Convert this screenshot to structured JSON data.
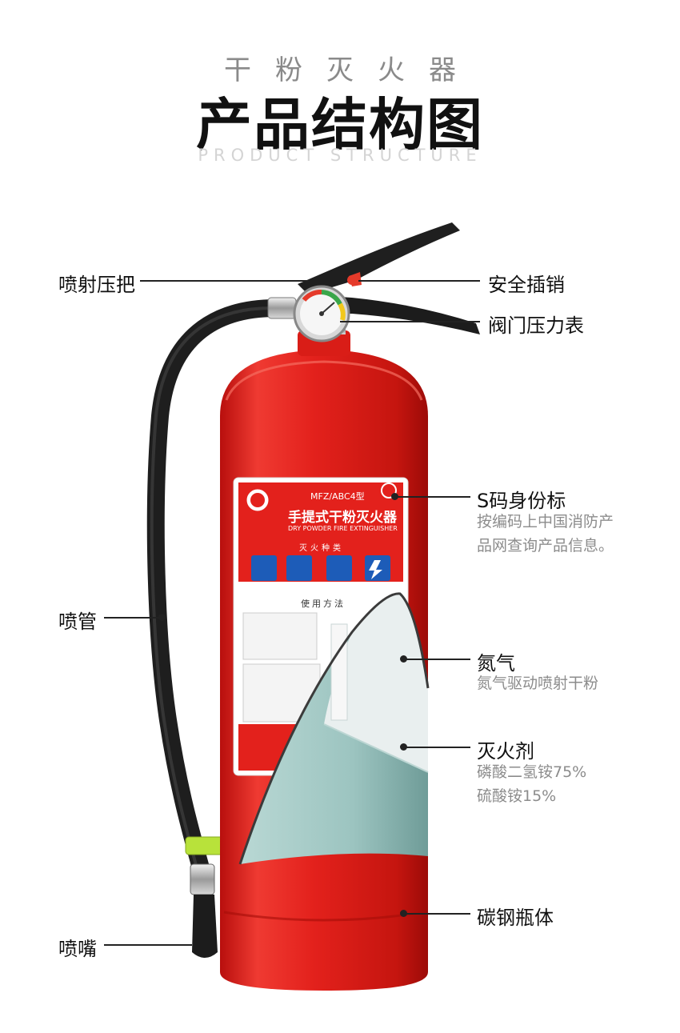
{
  "header": {
    "subtitle": "干粉灭火器",
    "title": "产品结构图",
    "subtitle_en": "PRODUCT STRUCTURE"
  },
  "label_panel": {
    "model": "MFZ/ABC4型",
    "name": "手提式干粉灭火器",
    "name_en": "DRY POWDER FIRE EXTINGUISHER",
    "fire_types": "灭火种类",
    "usage": "使用方法"
  },
  "callouts": {
    "spray_handle": "喷射压把",
    "safety_pin": "安全插销",
    "pressure_gauge": "阀门压力表",
    "s_code": {
      "title": "S码身份标",
      "desc": [
        "按编码上中国消防产",
        "品网查询产品信息。"
      ]
    },
    "hose": "喷管",
    "nitrogen": {
      "title": "氮气",
      "desc": [
        "氮气驱动喷射干粉"
      ]
    },
    "agent": {
      "title": "灭火剂",
      "desc": [
        "磷酸二氢铵75%",
        "硫酸铵15%"
      ]
    },
    "body": "碳钢瓶体",
    "nozzle": "喷嘴"
  },
  "colors": {
    "body_red": "#e3211c",
    "powder": "#9fc7c3",
    "gas": "#e9efef",
    "hose": "#1e1e1e"
  }
}
